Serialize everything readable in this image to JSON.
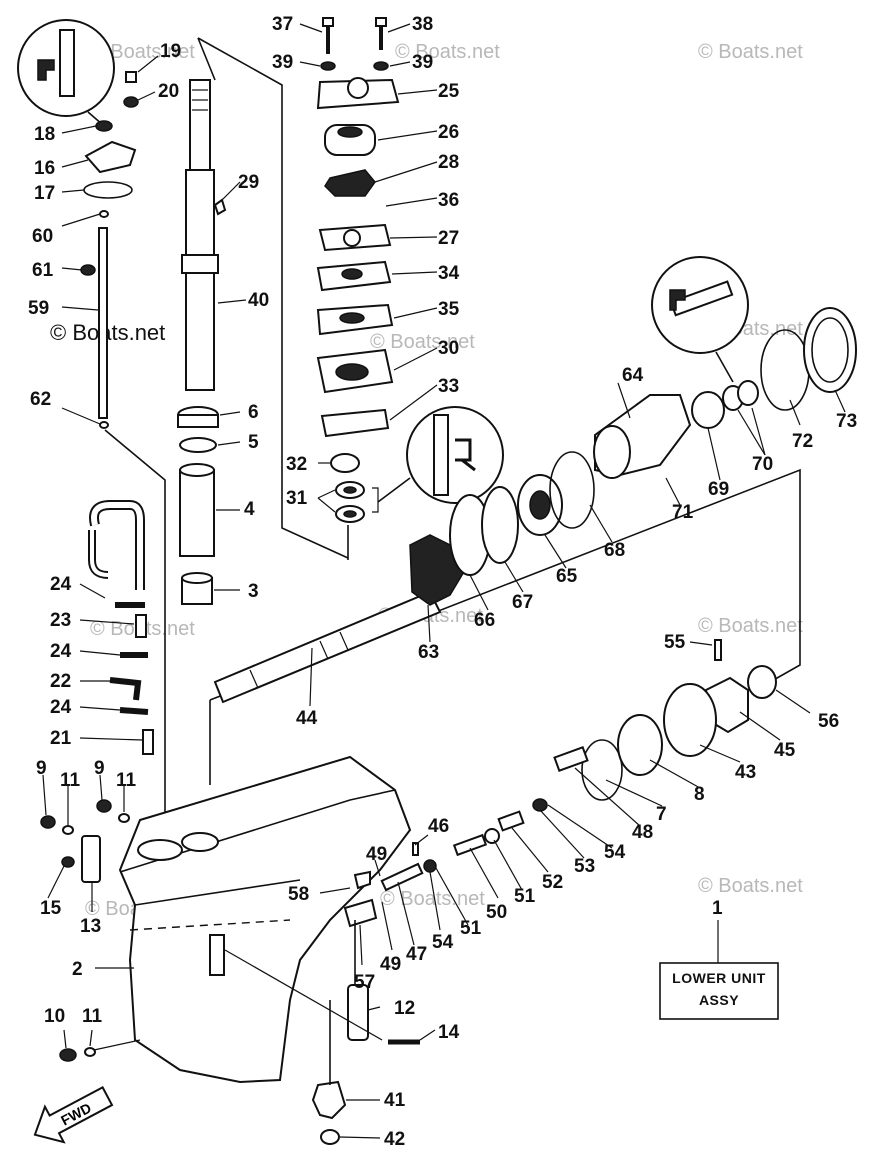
{
  "watermark": "© Boats.net",
  "labels": {
    "p1": "1",
    "p2": "2",
    "p3": "3",
    "p4": "4",
    "p5": "5",
    "p6": "6",
    "p7": "7",
    "p8": "8",
    "p9a": "9",
    "p9b": "9",
    "p10": "10",
    "p11a": "11",
    "p11b": "11",
    "p11c": "11",
    "p12": "12",
    "p13": "13",
    "p14": "14",
    "p15": "15",
    "p16": "16",
    "p17": "17",
    "p18": "18",
    "p19": "19",
    "p20": "20",
    "p21": "21",
    "p22": "22",
    "p23": "23",
    "p24a": "24",
    "p24b": "24",
    "p24c": "24",
    "p25": "25",
    "p26": "26",
    "p27": "27",
    "p28": "28",
    "p29": "29",
    "p30": "30",
    "p31": "31",
    "p32": "32",
    "p33": "33",
    "p34": "34",
    "p35": "35",
    "p36": "36",
    "p37": "37",
    "p38": "38",
    "p39a": "39",
    "p39b": "39",
    "p40": "40",
    "p41": "41",
    "p42": "42",
    "p43": "43",
    "p44": "44",
    "p45": "45",
    "p46": "46",
    "p47": "47",
    "p48": "48",
    "p49a": "49",
    "p49b": "49",
    "p50": "50",
    "p51a": "51",
    "p51b": "51",
    "p52": "52",
    "p53": "53",
    "p54a": "54",
    "p54b": "54",
    "p55": "55",
    "p56": "56",
    "p57": "57",
    "p58": "58",
    "p59": "59",
    "p60": "60",
    "p61": "61",
    "p62": "62",
    "p63": "63",
    "p64": "64",
    "p65": "65",
    "p66": "66",
    "p67": "67",
    "p68": "68",
    "p69": "69",
    "p70": "70",
    "p71": "71",
    "p72": "72",
    "p73": "73"
  },
  "assembly_box": {
    "line1": "LOWER UNIT",
    "line2": "ASSY"
  },
  "fwd_arrow": "FWD"
}
